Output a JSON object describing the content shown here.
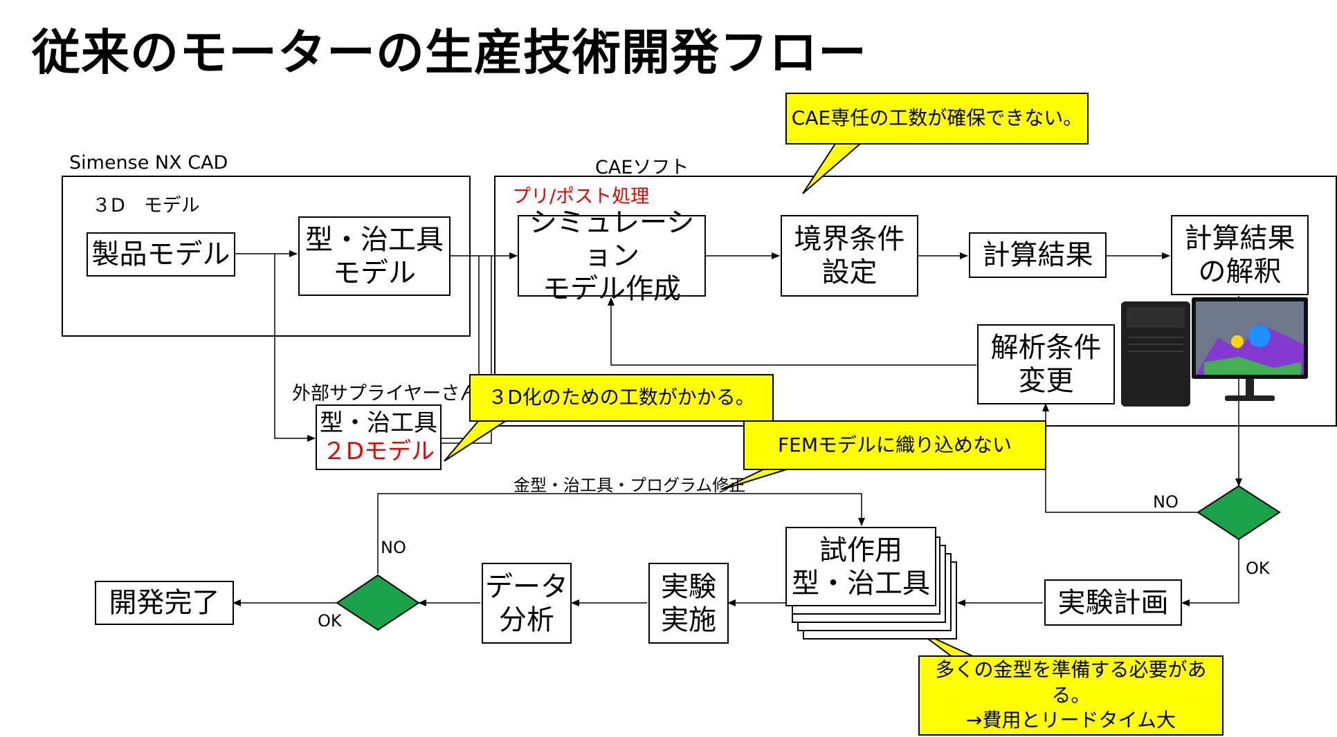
{
  "title": "従来のモーターの生産技術開発フロー",
  "cad_section": {
    "label": "Simense NX CAD",
    "sublabel": "３D　モデル"
  },
  "cae_section": {
    "label": "CAEソフト",
    "sublabel": "プリ/ポスト処理"
  },
  "supplier_label": "外部サプライヤーさん",
  "nodes": {
    "product_model": "製品モデル",
    "mold_model": [
      "型・治工具",
      "モデル"
    ],
    "sim_model": [
      "シミュレーション",
      "モデル作成"
    ],
    "boundary": [
      "境界条件",
      "設定"
    ],
    "calc_result": "計算結果",
    "interpretation": [
      "計算結果",
      "の解釈"
    ],
    "change_conditions": [
      "解析条件",
      "変更"
    ],
    "supplier_2d": [
      "型・治工具",
      "２Dモデル"
    ],
    "prototype": [
      "試作用",
      "型・治工具"
    ],
    "exp_plan": "実験計画",
    "exp_run": [
      "実験",
      "実施"
    ],
    "data_analysis": [
      "データ",
      "分析"
    ],
    "done": "開発完了"
  },
  "callouts": {
    "cae_effort": "CAE専任の工数が確保できない。",
    "effort_3d": "３D化のための工数がかかる。",
    "fem": "FEMモデルに織り込めない",
    "molds": [
      "多くの金型を準備する必要がある。",
      "→費用とリードタイム大"
    ]
  },
  "flow_labels": {
    "mold_fix": "金型・治工具・プログラム修正",
    "no_right": "NO",
    "ok_right": "OK",
    "no_left": "NO",
    "ok_left": "OK"
  },
  "colors": {
    "decision": "#1aa34a",
    "callout": "#ffff00",
    "accent_red": "#e60000"
  }
}
